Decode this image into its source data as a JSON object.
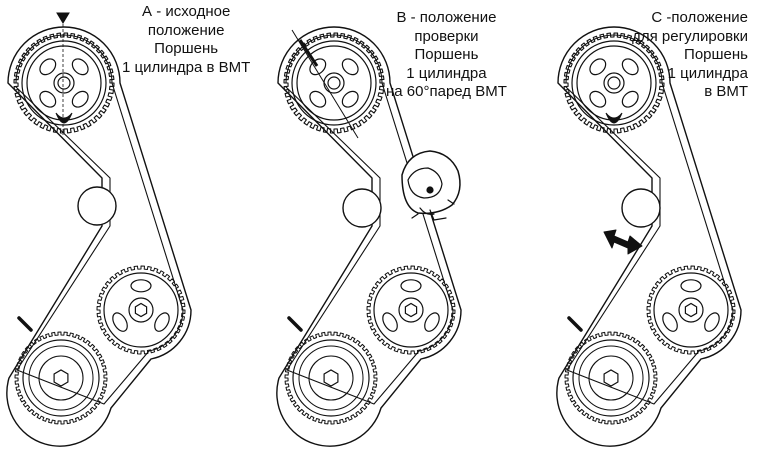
{
  "panels": [
    {
      "id": "A",
      "caption_lines": [
        "А - исходное",
        "положение",
        "Поршень",
        "1 цилиндра в ВМТ"
      ]
    },
    {
      "id": "B",
      "caption_lines": [
        "В - положение",
        "проверки",
        "Поршень",
        "1 цилиндра",
        "на 60°паред ВМТ"
      ]
    },
    {
      "id": "C",
      "caption_lines": [
        "С -положение",
        "для регулировки",
        "Поршень",
        "1 цилиндра",
        "в ВМТ"
      ]
    }
  ],
  "colors": {
    "ink": "#111111",
    "background": "#ffffff"
  }
}
